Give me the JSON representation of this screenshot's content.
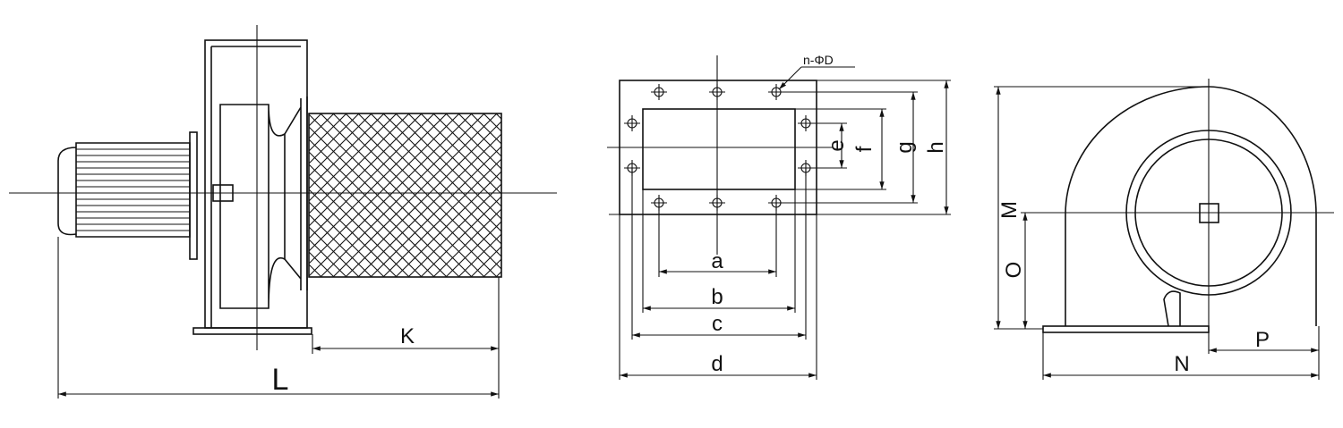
{
  "side_view": {
    "labels": {
      "L": "L",
      "K": "K"
    }
  },
  "flange_view": {
    "labels": {
      "a": "a",
      "b": "b",
      "c": "c",
      "d": "d",
      "e": "e",
      "f": "f",
      "g": "g",
      "h": "h",
      "holes": "n-ΦD"
    }
  },
  "front_view": {
    "labels": {
      "M": "M",
      "O": "O",
      "N": "N",
      "P": "P"
    }
  },
  "colors": {
    "line": "#111111",
    "background": "#ffffff"
  }
}
